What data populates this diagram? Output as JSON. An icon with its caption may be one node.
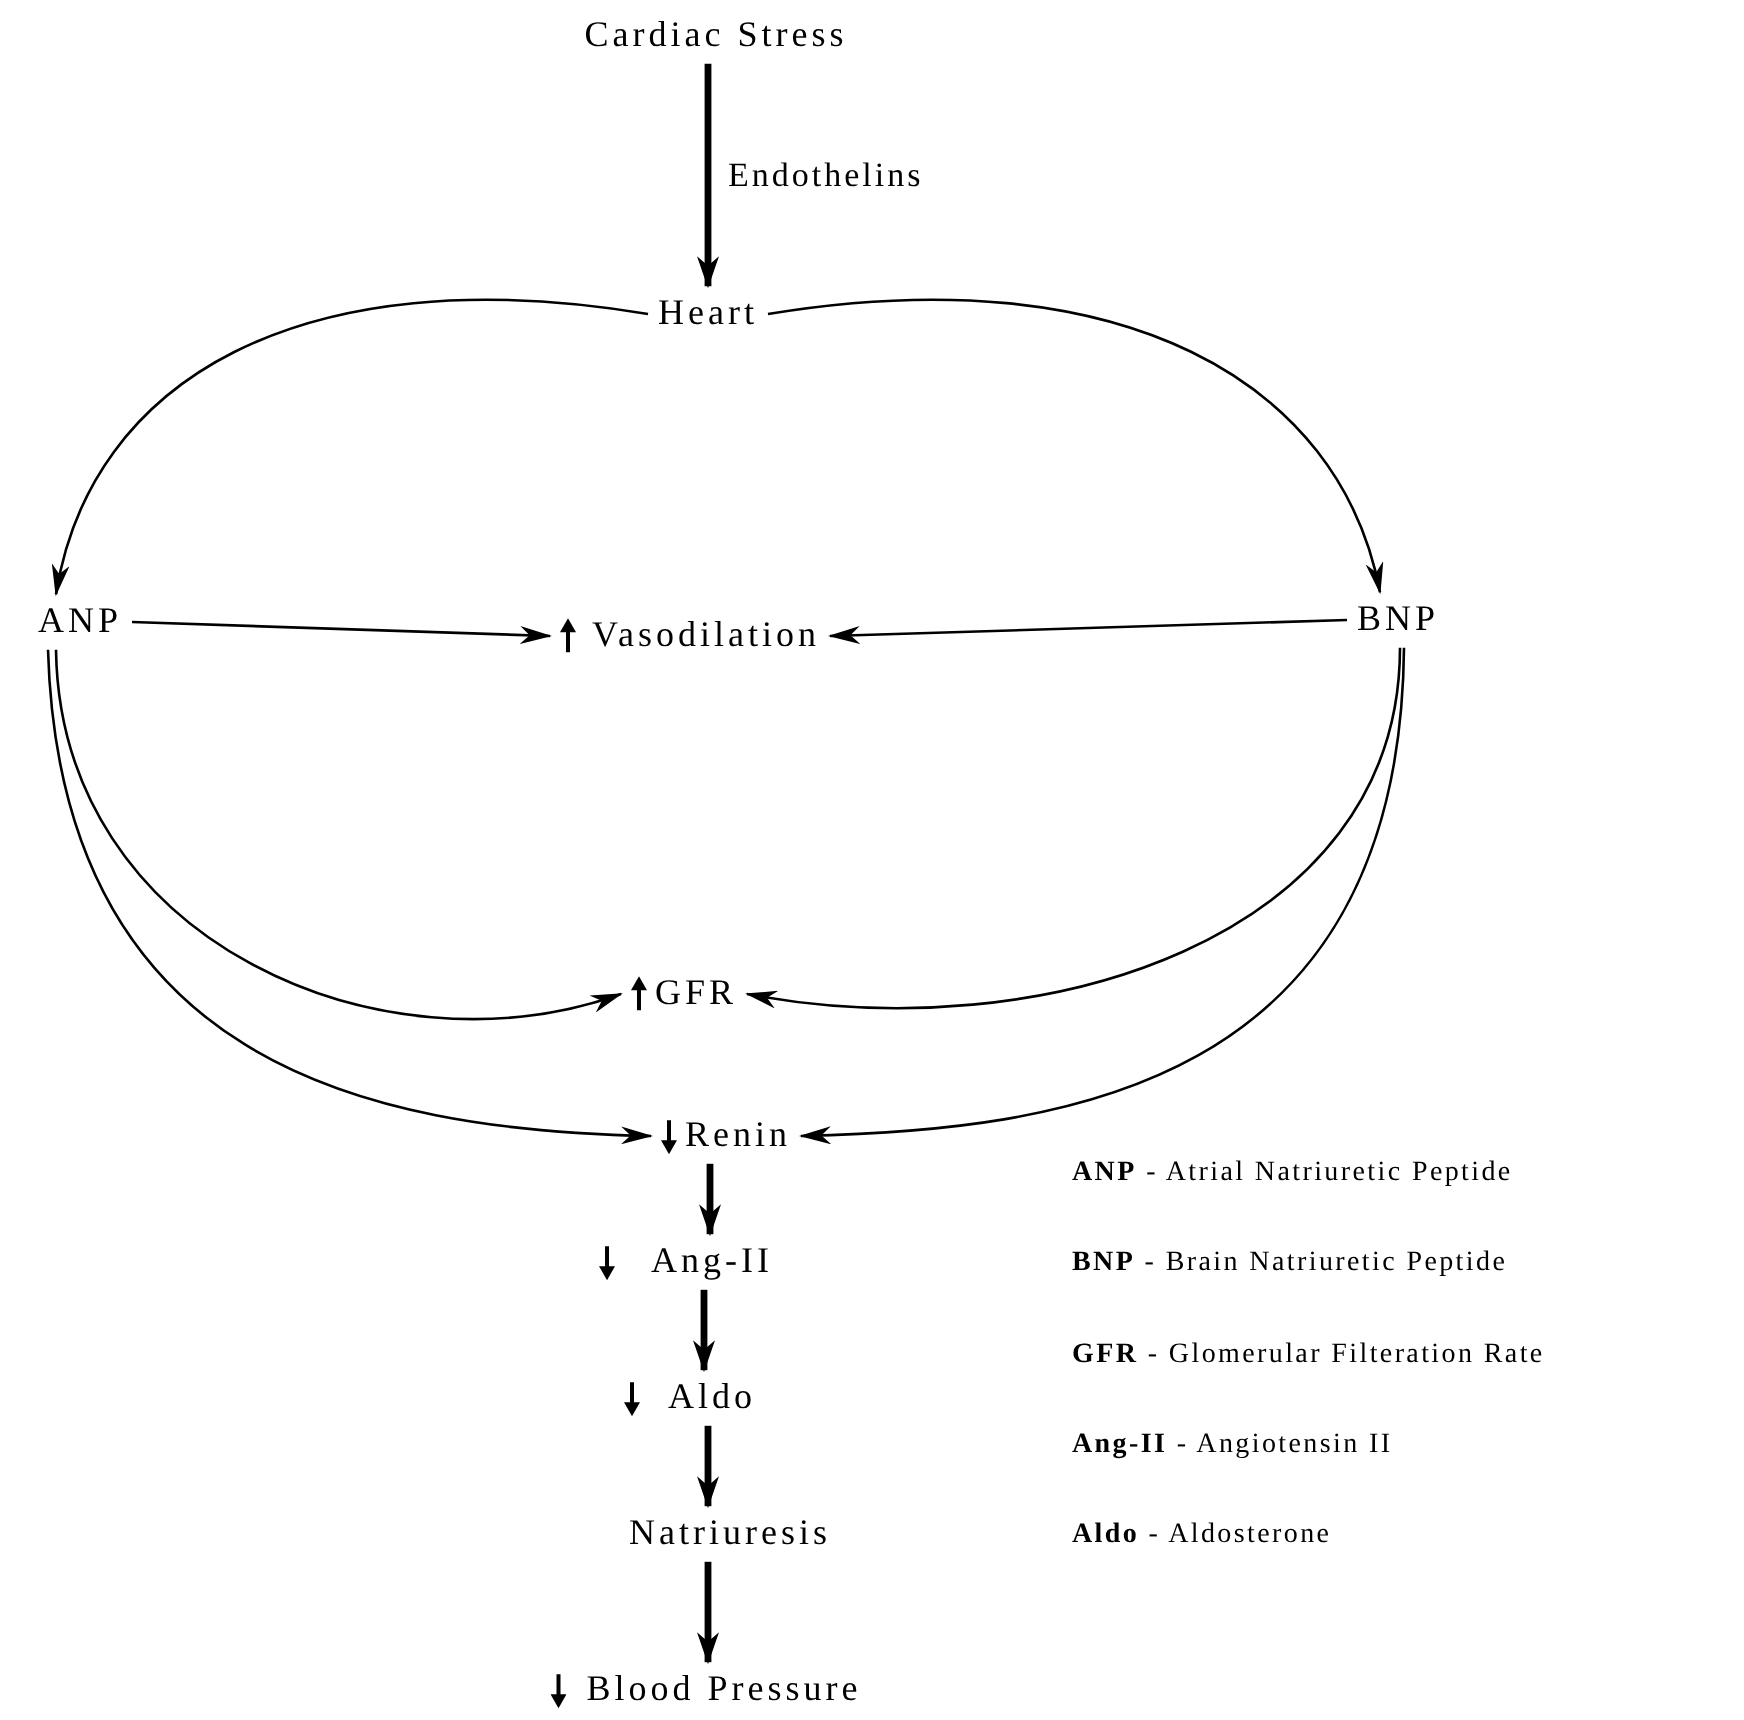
{
  "diagram": {
    "nodes": [
      {
        "text": [
          "Cardiac Stress"
        ]
      },
      {
        "text": [
          "Heart"
        ]
      },
      {
        "text": [
          "ANP"
        ]
      },
      {
        "text": [
          "Vasodilation"
        ]
      },
      {
        "text": [
          "BNP"
        ]
      },
      {
        "text": [
          "GFR"
        ]
      },
      {
        "text": [
          "Renin"
        ]
      },
      {
        "text": [
          "Ang-II"
        ]
      },
      {
        "text": [
          "Aldo"
        ]
      },
      {
        "text": [
          "Natriuresis"
        ]
      },
      {
        "text": [
          "Blood Pressure"
        ]
      }
    ],
    "edges": [
      {
        "from": 0,
        "to": 1,
        "arrow": "to",
        "label": "Endothelins",
        "style": "thick"
      },
      {
        "from": 1,
        "to": 2,
        "arrow": "to"
      },
      {
        "from": 1,
        "to": 4,
        "arrow": "to"
      },
      {
        "from": 2,
        "to": 3,
        "arrow": "to"
      },
      {
        "from": 4,
        "to": 3,
        "arrow": "to"
      },
      {
        "from": 2,
        "to": 5,
        "arrow": "to"
      },
      {
        "from": 4,
        "to": 5,
        "arrow": "to"
      },
      {
        "from": 2,
        "to": 6,
        "arrow": "to"
      },
      {
        "from": 4,
        "to": 6,
        "arrow": "to"
      },
      {
        "from": 6,
        "to": 7,
        "arrow": "to",
        "style": "thick"
      },
      {
        "from": 7,
        "to": 8,
        "arrow": "to",
        "style": "thick"
      },
      {
        "from": 8,
        "to": 9,
        "arrow": "to",
        "style": "thick"
      },
      {
        "from": 9,
        "to": 10,
        "arrow": "to",
        "style": "thick"
      }
    ],
    "labels": [
      "**ANP** - Atrial Natriuretic Peptide",
      "**BNP** - Brain Natriuretic Peptide",
      "**GFR** - Glomerular Filteration Rate",
      "**Ang-II** - Angiotensin II",
      "**Aldo** - Aldosterone"
    ]
  }
}
